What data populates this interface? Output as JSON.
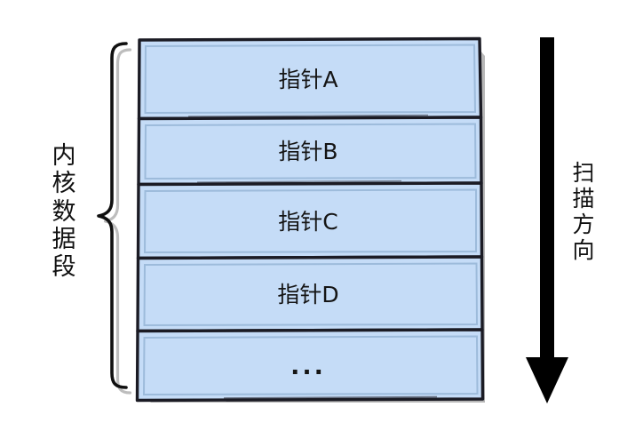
{
  "diagram": {
    "title": "kernel-data-segment-scan",
    "background_color": "#ffffff"
  },
  "left_annotation": {
    "name": "kernel-data-segment",
    "text": "内核数据段",
    "characters": [
      "内",
      "核",
      "数",
      "据",
      "段"
    ],
    "orientation": "vertical",
    "color": "#111111",
    "brace": {
      "icon": "curly-brace-left",
      "color": "#111111",
      "shadow_color": "#b9b9b9"
    }
  },
  "memory_stack": {
    "name": "memory-block-stack",
    "fill_color": "#c5dcf7",
    "border_color": "#1b1b24",
    "inner_border_color": "#9dbbdb",
    "shadow_color": "#a9a9a9",
    "rows": [
      {
        "label": "指针A",
        "name": "pointer-a"
      },
      {
        "label": "指针B",
        "name": "pointer-b"
      },
      {
        "label": "指针C",
        "name": "pointer-c"
      },
      {
        "label": "指针D",
        "name": "pointer-d"
      },
      {
        "label": "...",
        "name": "pointer-more"
      }
    ]
  },
  "right_annotation": {
    "name": "scan-direction",
    "text": "扫描方向",
    "characters": [
      "扫",
      "描",
      "方",
      "向"
    ],
    "orientation": "vertical",
    "color": "#111111",
    "arrow": {
      "icon": "arrow-down-thick",
      "direction": "down",
      "color": "#000000"
    }
  }
}
